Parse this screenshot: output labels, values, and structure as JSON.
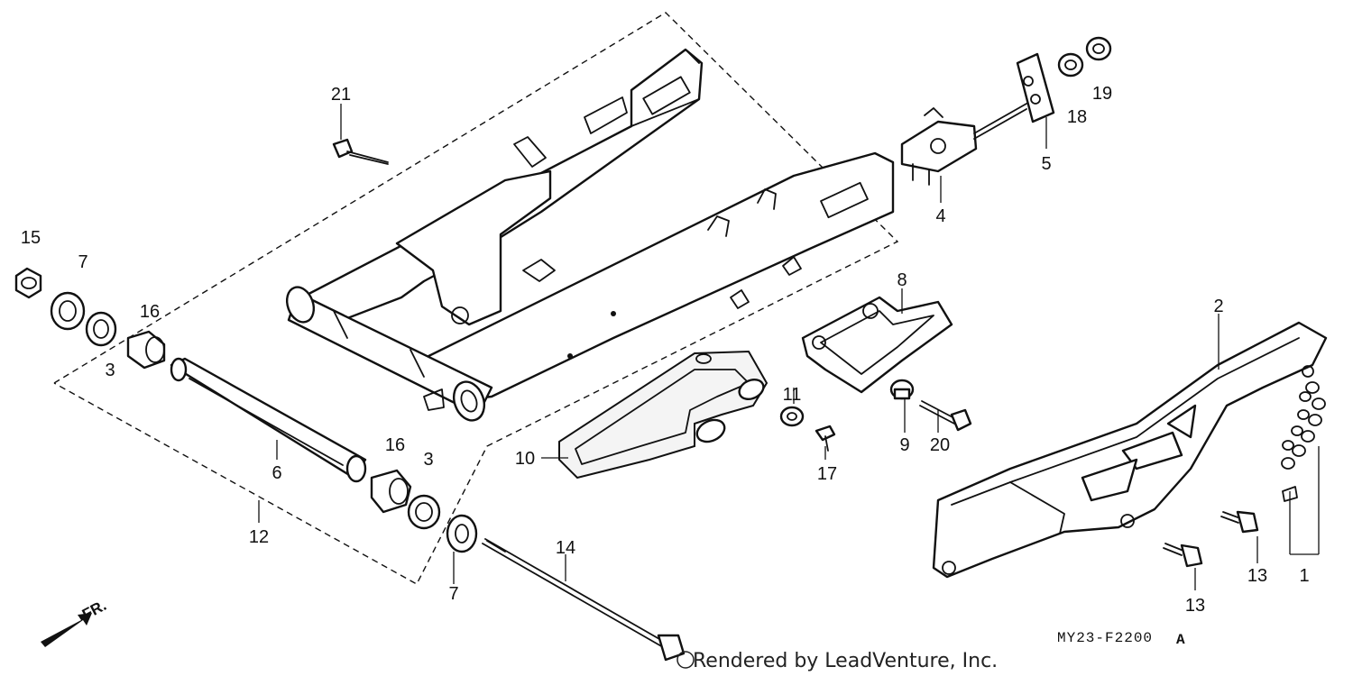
{
  "callouts": {
    "c1": "1",
    "c2": "2",
    "c3a": "3",
    "c3b": "3",
    "c4": "4",
    "c5": "5",
    "c6": "6",
    "c7a": "7",
    "c7b": "7",
    "c8": "8",
    "c9": "9",
    "c10": "10",
    "c11": "11",
    "c12": "12",
    "c13a": "13",
    "c13b": "13",
    "c14": "14",
    "c15": "15",
    "c16a": "16",
    "c16b": "16",
    "c17": "17",
    "c18": "18",
    "c19": "19",
    "c20": "20",
    "c21": "21"
  },
  "diagram_code": "MY23-F2200",
  "diagram_code_suffix": "A",
  "front_marker": "FR.",
  "watermark": "Rendered by LeadVenture, Inc."
}
